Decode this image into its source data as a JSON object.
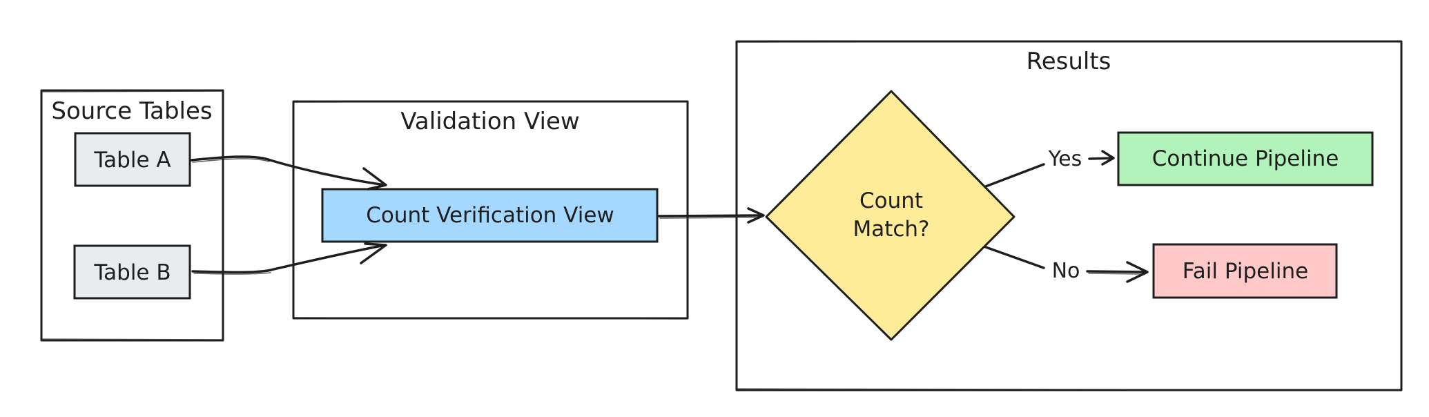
{
  "diagram": {
    "groups": {
      "source_tables": {
        "title": "Source Tables"
      },
      "validation_view": {
        "title": "Validation View"
      },
      "results": {
        "title": "Results"
      }
    },
    "nodes": {
      "table_a": {
        "label": "Table A",
        "fill": "#e9ecef"
      },
      "table_b": {
        "label": "Table B",
        "fill": "#e9ecef"
      },
      "count_verification_view": {
        "label": "Count Verification View",
        "fill": "#a5d8ff"
      },
      "count_match": {
        "label_line1": "Count",
        "label_line2": "Match?",
        "fill": "#ffec99"
      },
      "continue_pipeline": {
        "label": "Continue Pipeline",
        "fill": "#b2f2bb"
      },
      "fail_pipeline": {
        "label": "Fail Pipeline",
        "fill": "#ffc9c9"
      }
    },
    "edges": {
      "yes_label": "Yes",
      "no_label": "No"
    },
    "stroke_color": "#1e1e1e"
  }
}
